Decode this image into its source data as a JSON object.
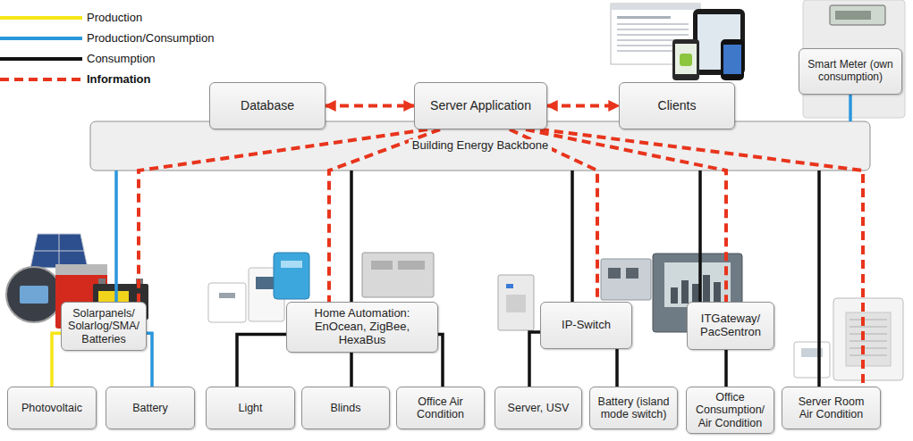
{
  "diagram": {
    "nodes": [
      {
        "text": [
          "Database"
        ]
      },
      {
        "text": [
          "Server Application"
        ]
      },
      {
        "text": [
          "Clients"
        ]
      },
      {
        "text": [
          "Smart Meter (own consumption)"
        ]
      },
      {
        "text": [
          "Building Energy Backbone"
        ]
      },
      {
        "text": [
          "Solarpanels/ Solarlog/SMA/ Batteries"
        ]
      },
      {
        "text": [
          "Home Automation: EnOcean, ZigBee, HexaBus"
        ]
      },
      {
        "text": [
          "IP-Switch"
        ]
      },
      {
        "text": [
          "ITGateway/ PacSentron"
        ]
      },
      {
        "text": [
          "Photovoltaic"
        ]
      },
      {
        "text": [
          "Battery"
        ]
      },
      {
        "text": [
          "Light"
        ]
      },
      {
        "text": [
          "Blinds"
        ]
      },
      {
        "text": [
          "Office Air Condition"
        ]
      },
      {
        "text": [
          "Server, USV"
        ]
      },
      {
        "text": [
          "Battery (island mode switch)"
        ]
      },
      {
        "text": [
          "Office Consumption/ Air Condition"
        ]
      },
      {
        "text": [
          "Server Room Air Condition"
        ]
      }
    ],
    "edges": [
      {
        "from": 0,
        "to": 1,
        "arrow": "both"
      },
      {
        "from": 1,
        "to": 2,
        "arrow": "both"
      },
      {
        "from": 3,
        "to": 4,
        "arrow": "none"
      },
      {
        "from": 4,
        "to": 5,
        "arrow": "none"
      },
      {
        "from": 1,
        "to": 5,
        "arrow": "none"
      },
      {
        "from": 4,
        "to": 6,
        "arrow": "none"
      },
      {
        "from": 1,
        "to": 6,
        "arrow": "none"
      },
      {
        "from": 4,
        "to": 7,
        "arrow": "none"
      },
      {
        "from": 1,
        "to": 7,
        "arrow": "none"
      },
      {
        "from": 4,
        "to": 8,
        "arrow": "none"
      },
      {
        "from": 1,
        "to": 8,
        "arrow": "none"
      },
      {
        "from": 4,
        "to": 17,
        "arrow": "none"
      },
      {
        "from": 1,
        "to": 17,
        "arrow": "none"
      },
      {
        "from": 5,
        "to": 9,
        "arrow": "none"
      },
      {
        "from": 5,
        "to": 10,
        "arrow": "none"
      },
      {
        "from": 6,
        "to": 11,
        "arrow": "none"
      },
      {
        "from": 6,
        "to": 12,
        "arrow": "none"
      },
      {
        "from": 6,
        "to": 13,
        "arrow": "none"
      },
      {
        "from": 7,
        "to": 14,
        "arrow": "none"
      },
      {
        "from": 7,
        "to": 15,
        "arrow": "none"
      },
      {
        "from": 8,
        "to": 16,
        "arrow": "none"
      }
    ],
    "legend": [
      {
        "text": "Production"
      },
      {
        "text": "Production/Consumption"
      },
      {
        "text": "Consumption"
      },
      {
        "text": "Information"
      }
    ]
  }
}
